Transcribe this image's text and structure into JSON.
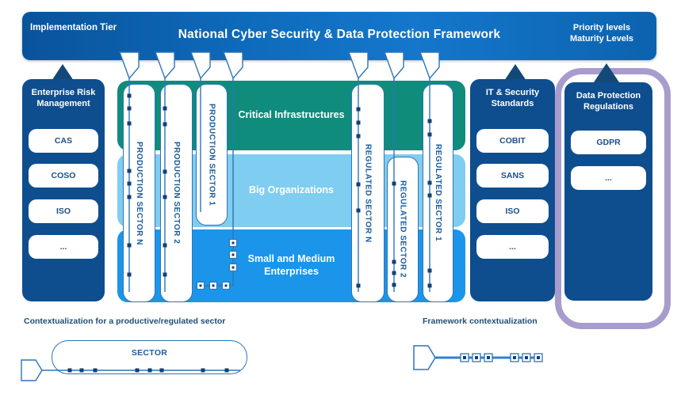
{
  "header": {
    "title": "National Cyber Security & Data Protection Framework",
    "implementation_tier": "Implementation Tier",
    "priority_levels": "Priority levels",
    "maturity_levels": "Maturity Levels"
  },
  "enterprise_risk": {
    "title": "Enterprise Risk Management",
    "items": [
      "CAS",
      "COSO",
      "ISO",
      "..."
    ]
  },
  "it_security": {
    "title": "IT & Security Standards",
    "items": [
      "COBIT",
      "SANS",
      "ISO",
      "..."
    ]
  },
  "data_protection": {
    "title": "Data Protection Regulations",
    "items": [
      "GDPR",
      "..."
    ]
  },
  "bands": [
    {
      "label": "Critical Infrastructures",
      "color": "#0f8c7c"
    },
    {
      "label": "Big Organizations",
      "color": "#7fcdf1"
    },
    {
      "label": "Small and Medium Enterprises",
      "color": "#1b95e9"
    }
  ],
  "pillars": [
    {
      "label": "PRODUCTION SECTOR N"
    },
    {
      "label": "PRODUCTION SECTOR 2"
    },
    {
      "label": "PRODUCTION SECTOR 1"
    },
    {
      "label": "REGULATED SECTOR N"
    },
    {
      "label": "REGULATED SECTOR 2"
    },
    {
      "label": "REGULATED SECTOR 1"
    }
  ],
  "footer": {
    "left_caption": "Contextualization for a productive/regulated sector",
    "right_caption": "Framework contextualization",
    "sector_label": "SECTOR"
  },
  "colors": {
    "header_blue": "#0f6cbd",
    "column_navy": "#0e4e8e",
    "triangle_navy": "#134878",
    "teal_band": "#0f8c7c",
    "light_blue_band": "#7fcdf1",
    "sme_blue_band": "#1b95e9",
    "purple_highlight": "#a89ccd",
    "line_blue": "#2e75b6"
  }
}
